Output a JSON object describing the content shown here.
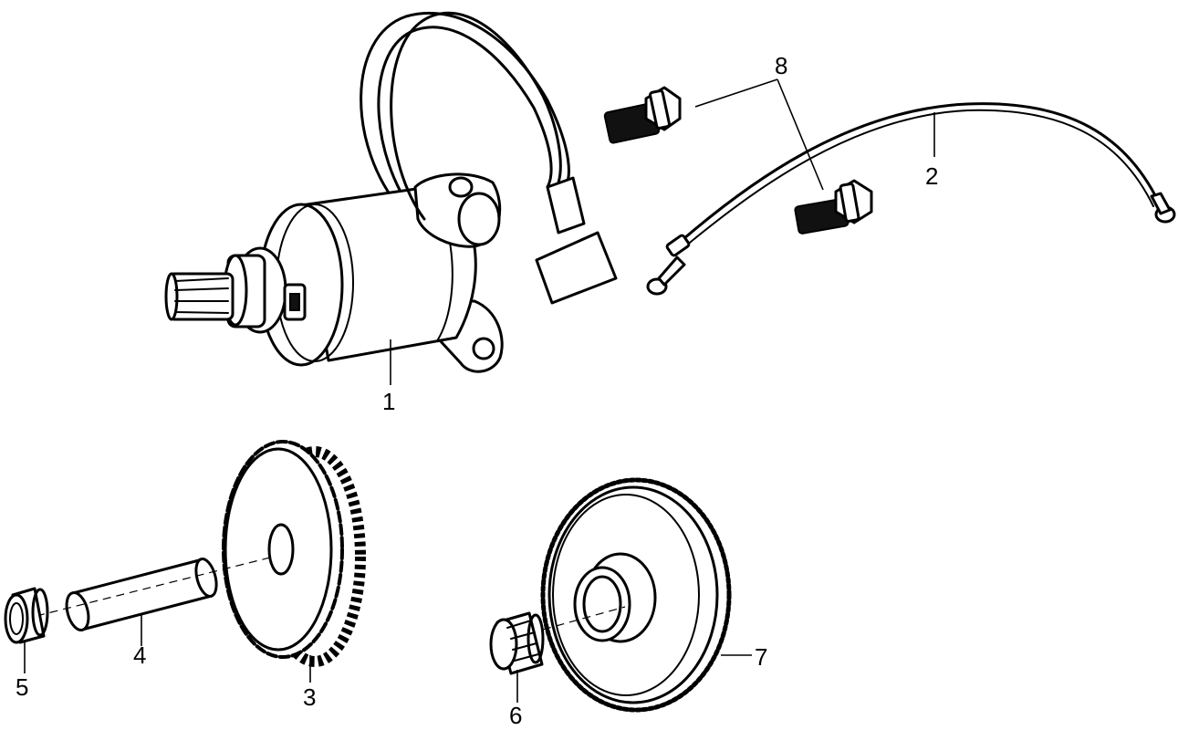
{
  "diagram": {
    "callouts": [
      {
        "id": "starter-motor",
        "label": "1"
      },
      {
        "id": "ground-cable",
        "label": "2"
      },
      {
        "id": "reduction-gear",
        "label": "3"
      },
      {
        "id": "gear-shaft",
        "label": "4"
      },
      {
        "id": "shaft-bushing",
        "label": "5"
      },
      {
        "id": "needle-bearing",
        "label": "6"
      },
      {
        "id": "starter-clutch-gear",
        "label": "7"
      },
      {
        "id": "flange-bolt",
        "label": "8"
      }
    ]
  }
}
